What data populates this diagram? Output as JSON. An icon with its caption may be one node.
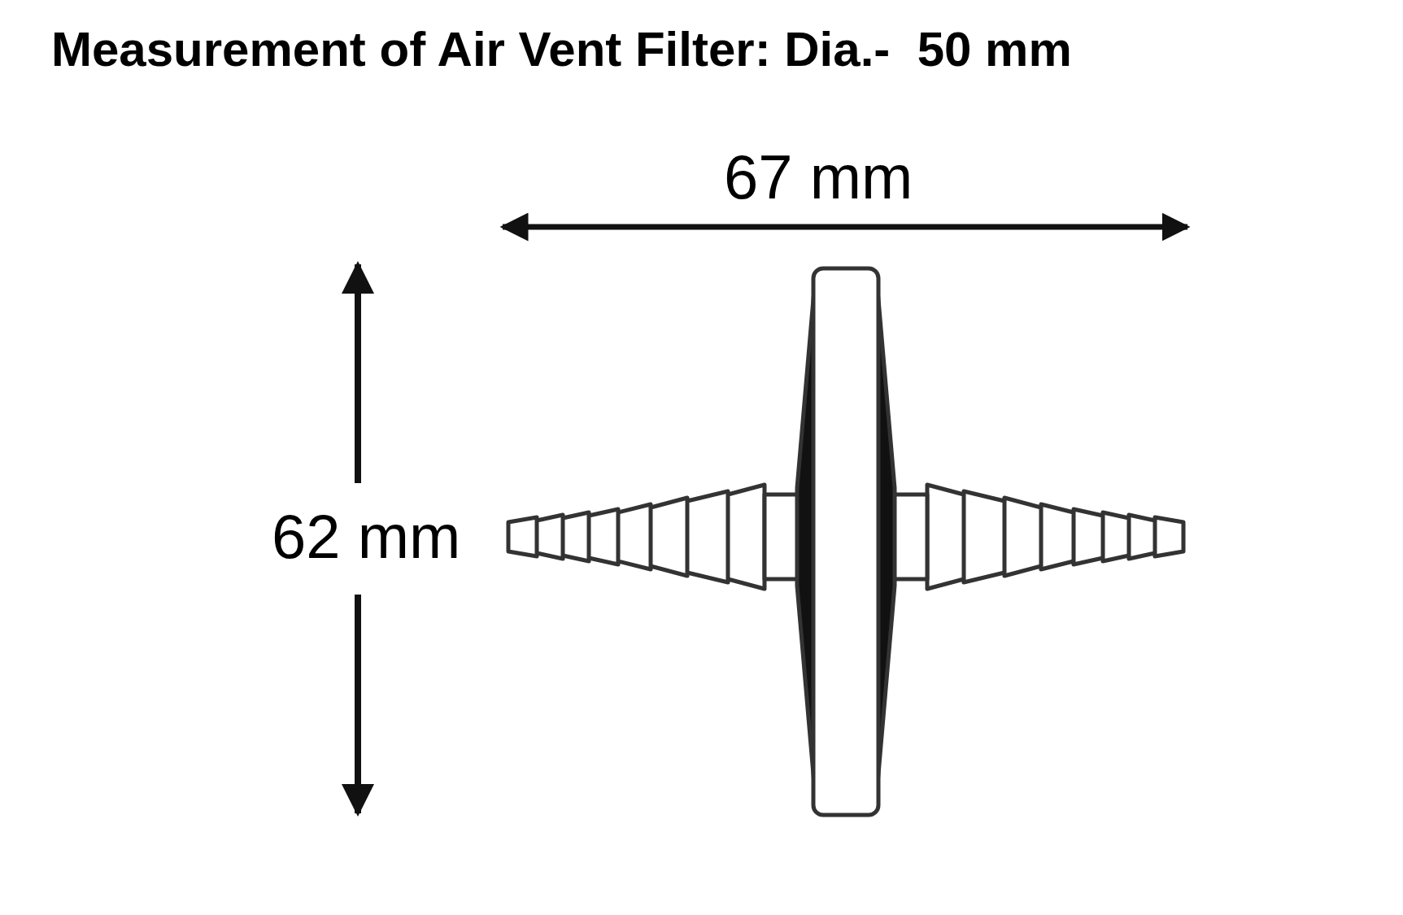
{
  "diagram": {
    "title": "Measurement of Air Vent Filter: Dia.-  50 mm",
    "labels": [
      "67 mm",
      "62 mm"
    ]
  }
}
